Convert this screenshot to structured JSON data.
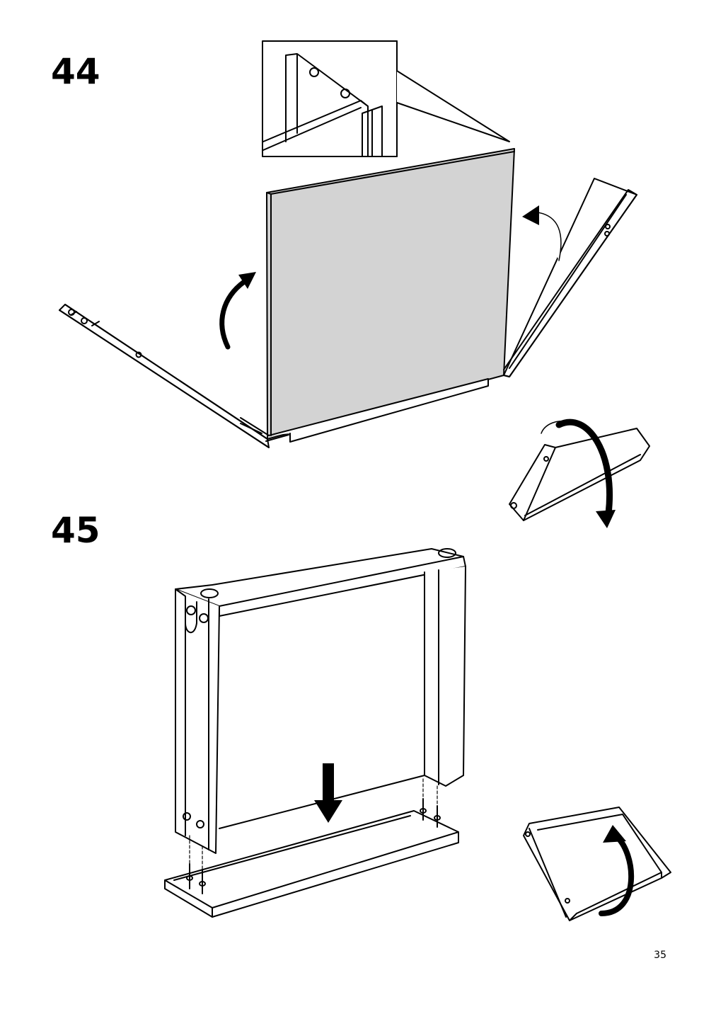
{
  "steps": [
    {
      "number": "44"
    },
    {
      "number": "45"
    }
  ],
  "page_number": "35",
  "colors": {
    "panel_fill": "#d3d3d3",
    "line": "#000000",
    "background": "#ffffff"
  },
  "icons": [
    "curved-arrow-icon",
    "down-arrow-icon",
    "rotate-arrow-icon"
  ]
}
